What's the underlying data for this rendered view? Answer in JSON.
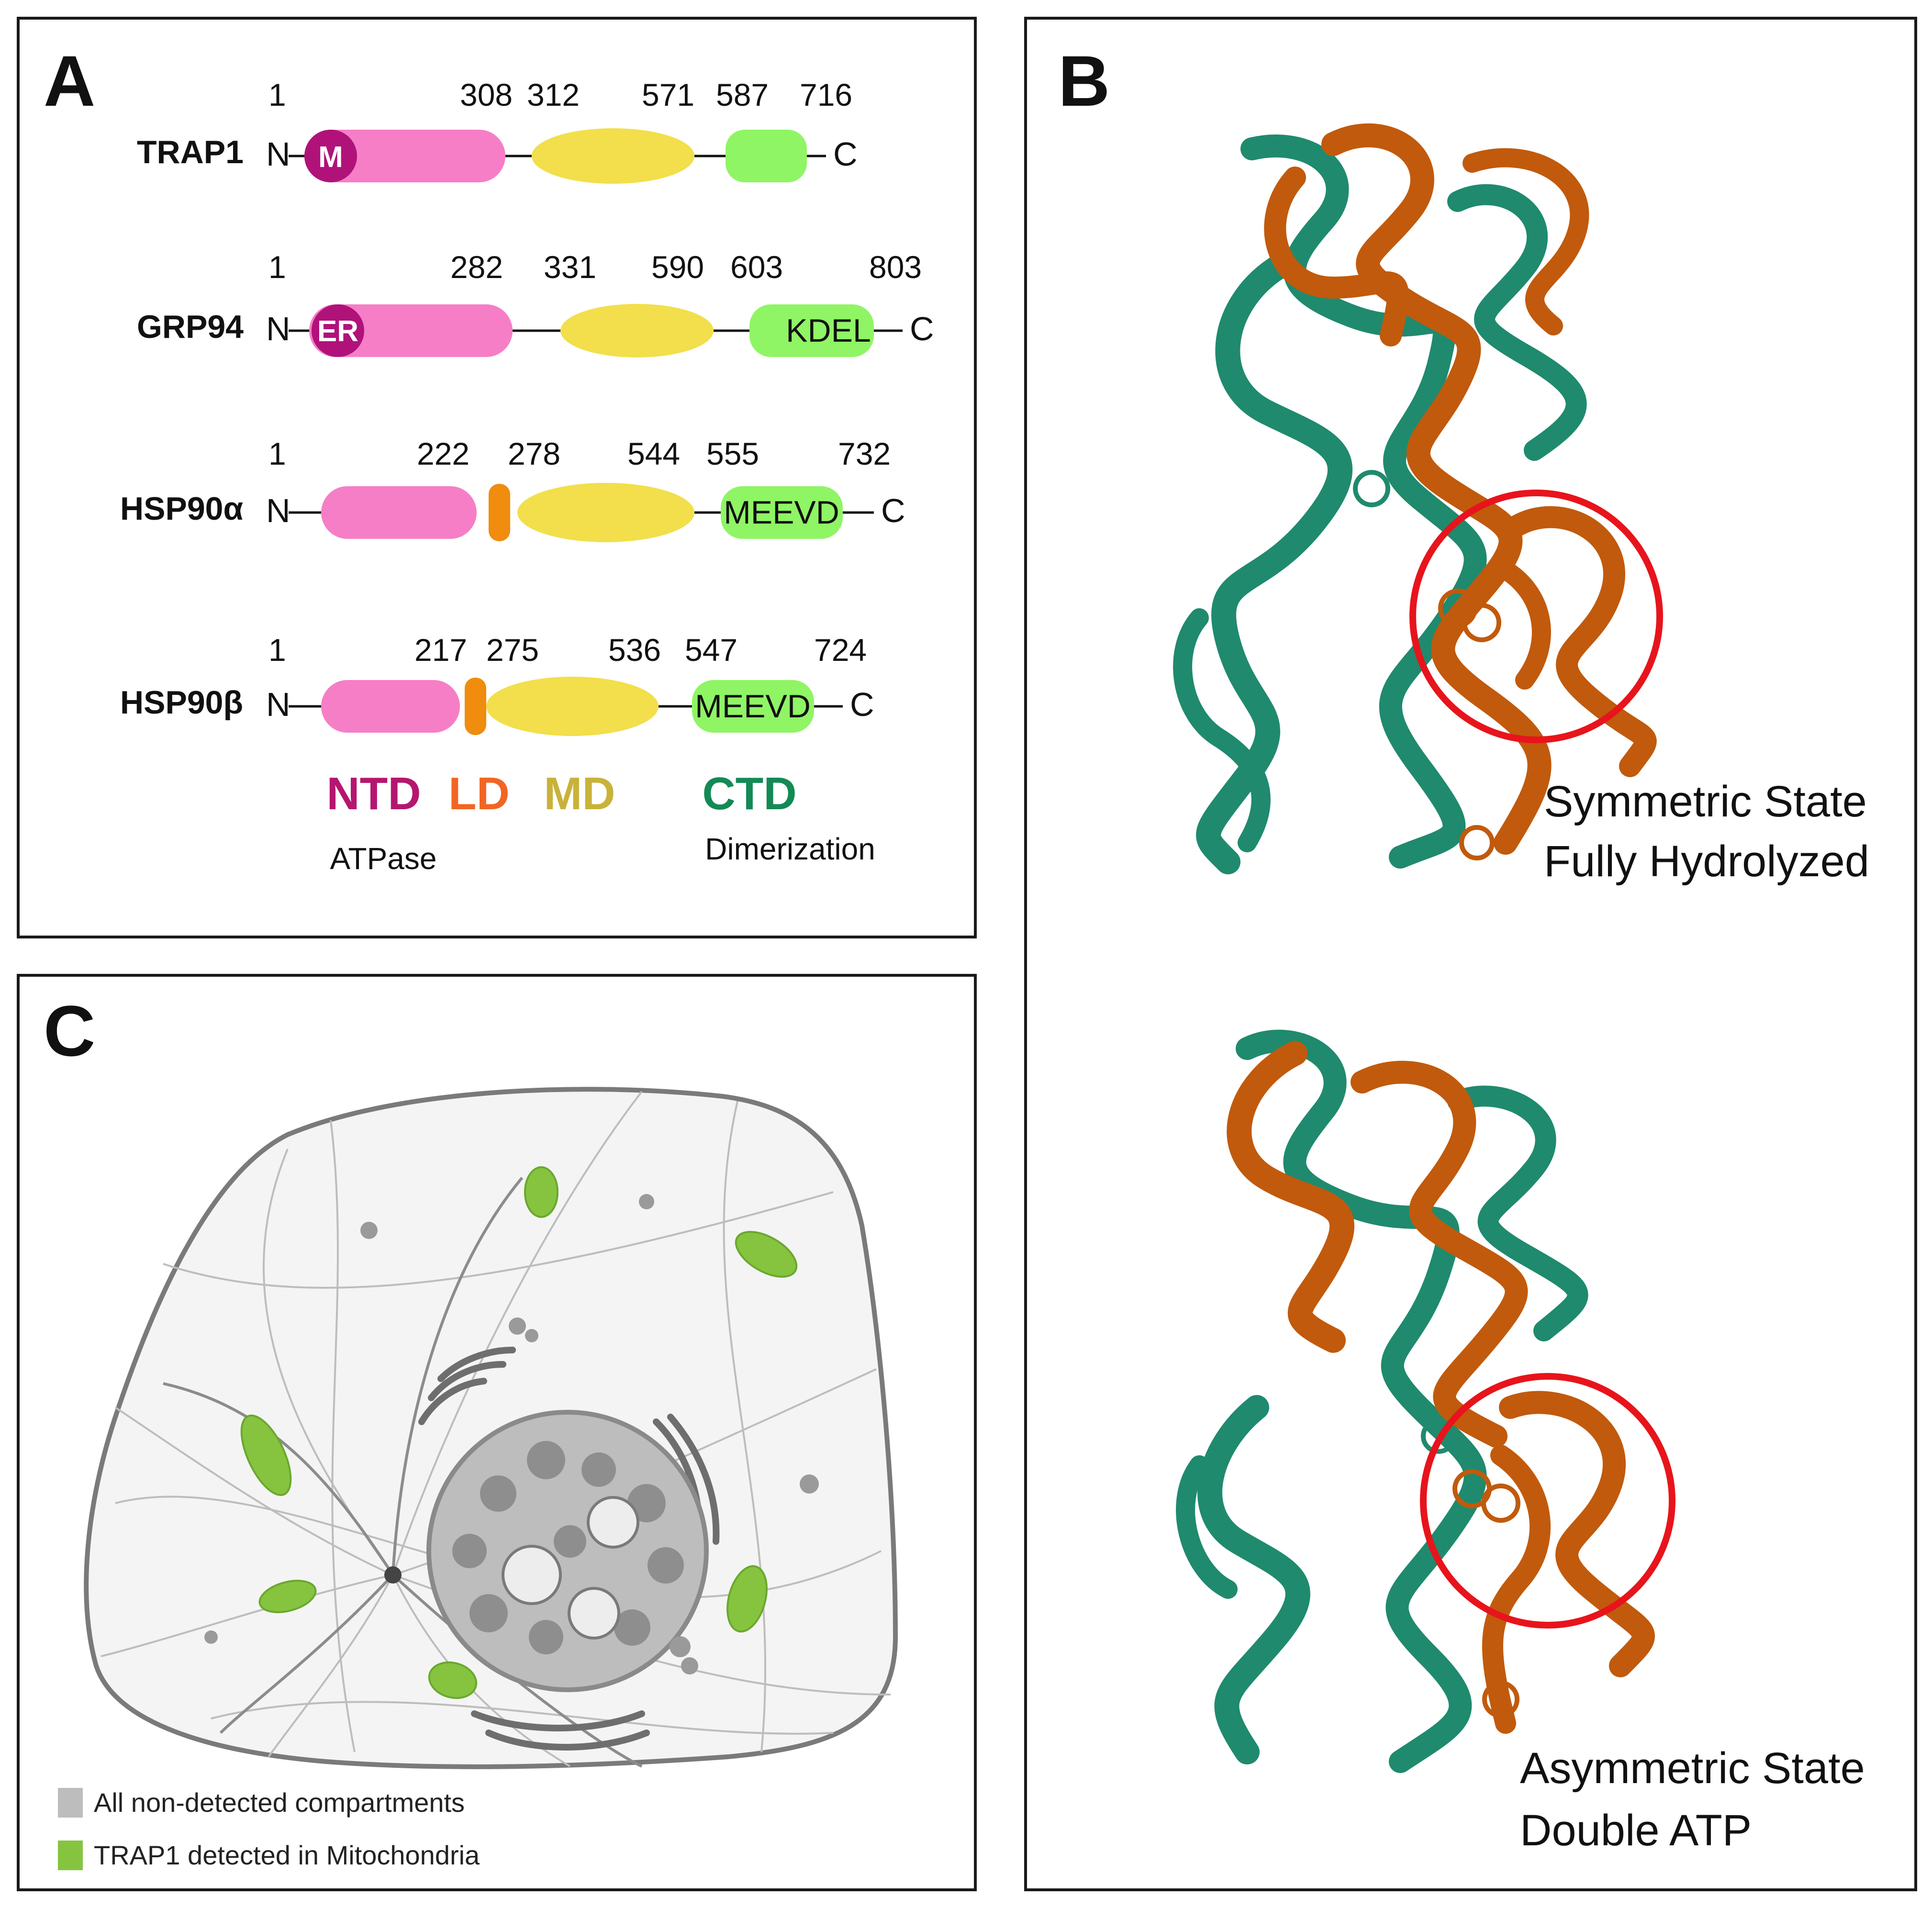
{
  "panel_a": {
    "label": "A",
    "proteins": [
      {
        "name": "TRAP1",
        "n": "N",
        "c": "C",
        "numbers": [
          "1",
          "308",
          "312",
          "571",
          "587",
          "716"
        ],
        "ntd_tag": "M",
        "ctd_text": ""
      },
      {
        "name": "GRP94",
        "n": "N",
        "c": "C",
        "numbers": [
          "1",
          "282",
          "331",
          "590",
          "603",
          "803"
        ],
        "ntd_tag": "ER",
        "ctd_text": "KDEL"
      },
      {
        "name": "HSP90α",
        "n": "N",
        "c": "C",
        "numbers": [
          "1",
          "222",
          "278",
          "544",
          "555",
          "732"
        ],
        "ntd_tag": "",
        "ctd_text": "MEEVD"
      },
      {
        "name": "HSP90β",
        "n": "N",
        "c": "C",
        "numbers": [
          "1",
          "217",
          "275",
          "536",
          "547",
          "724"
        ],
        "ntd_tag": "",
        "ctd_text": "MEEVD"
      }
    ],
    "domains": [
      {
        "abbr": "NTD",
        "sub": "ATPase",
        "color": "#b5166f"
      },
      {
        "abbr": "LD",
        "sub": "",
        "color": "#f26522"
      },
      {
        "abbr": "MD",
        "sub": "",
        "color": "#c9b23a"
      },
      {
        "abbr": "CTD",
        "sub": "Dimerization",
        "color": "#138a55"
      }
    ],
    "colors": {
      "ntd": "#f67ec6",
      "tag": "#b0127a",
      "linker": "#f08c0e",
      "md": "#f2df4b",
      "ctd": "#8ff565"
    }
  },
  "panel_b": {
    "label": "B",
    "states": [
      {
        "line1": "Symmetric State",
        "line2": "Fully Hydrolyzed"
      },
      {
        "line1": "Asymmetric State",
        "line2": "Double ATP"
      }
    ],
    "colors": {
      "chain_a": "#c15a0c",
      "chain_b": "#1f8a6e",
      "highlight": "#e8141c"
    }
  },
  "panel_c": {
    "label": "C",
    "legend": [
      {
        "text": "All non-detected compartments",
        "color": "#bdbdbd"
      },
      {
        "text": "TRAP1 detected in Mitochondria",
        "color": "#86c440"
      }
    ]
  }
}
